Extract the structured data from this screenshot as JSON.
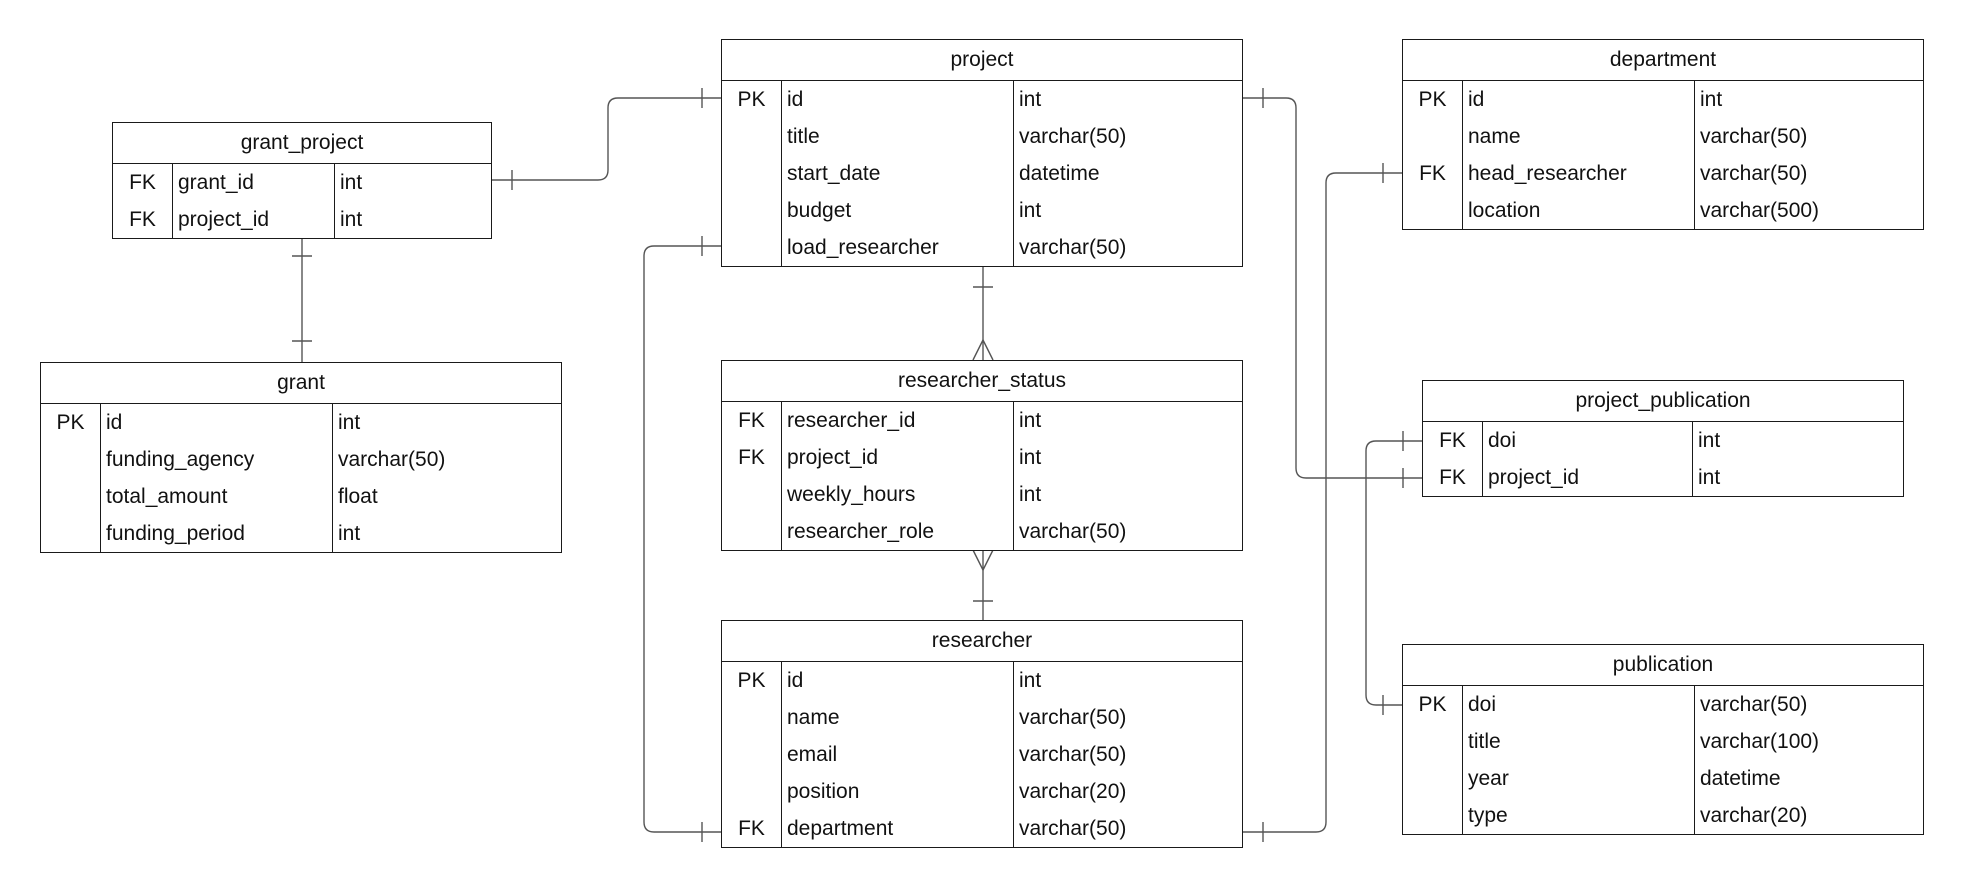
{
  "entities": {
    "grant_project": {
      "title": "grant_project",
      "rows": [
        {
          "key": "FK",
          "name": "grant_id",
          "type": "int"
        },
        {
          "key": "FK",
          "name": "project_id",
          "type": "int"
        }
      ]
    },
    "grant": {
      "title": "grant",
      "rows": [
        {
          "key": "PK",
          "name": "id",
          "type": "int"
        },
        {
          "key": "",
          "name": "funding_agency",
          "type": "varchar(50)"
        },
        {
          "key": "",
          "name": "total_amount",
          "type": "float"
        },
        {
          "key": "",
          "name": "funding_period",
          "type": "int"
        }
      ]
    },
    "project": {
      "title": "project",
      "rows": [
        {
          "key": "PK",
          "name": "id",
          "type": "int"
        },
        {
          "key": "",
          "name": "title",
          "type": "varchar(50)"
        },
        {
          "key": "",
          "name": "start_date",
          "type": "datetime"
        },
        {
          "key": "",
          "name": "budget",
          "type": "int"
        },
        {
          "key": "",
          "name": "load_researcher",
          "type": "varchar(50)"
        }
      ]
    },
    "researcher_status": {
      "title": "researcher_status",
      "rows": [
        {
          "key": "FK",
          "name": "researcher_id",
          "type": "int"
        },
        {
          "key": "FK",
          "name": "project_id",
          "type": "int"
        },
        {
          "key": "",
          "name": "weekly_hours",
          "type": "int"
        },
        {
          "key": "",
          "name": "researcher_role",
          "type": "varchar(50)"
        }
      ]
    },
    "researcher": {
      "title": "researcher",
      "rows": [
        {
          "key": "PK",
          "name": "id",
          "type": "int"
        },
        {
          "key": "",
          "name": "name",
          "type": "varchar(50)"
        },
        {
          "key": "",
          "name": "email",
          "type": "varchar(50)"
        },
        {
          "key": "",
          "name": "position",
          "type": "varchar(20)"
        },
        {
          "key": "FK",
          "name": "department",
          "type": "varchar(50)"
        }
      ]
    },
    "department": {
      "title": "department",
      "rows": [
        {
          "key": "PK",
          "name": "id",
          "type": "int"
        },
        {
          "key": "",
          "name": "name",
          "type": "varchar(50)"
        },
        {
          "key": "FK",
          "name": "head_researcher",
          "type": "varchar(50)"
        },
        {
          "key": "",
          "name": "location",
          "type": "varchar(500)"
        }
      ]
    },
    "project_publication": {
      "title": "project_publication",
      "rows": [
        {
          "key": "FK",
          "name": "doi",
          "type": "int"
        },
        {
          "key": "FK",
          "name": "project_id",
          "type": "int"
        }
      ]
    },
    "publication": {
      "title": "publication",
      "rows": [
        {
          "key": "PK",
          "name": "doi",
          "type": "varchar(50)"
        },
        {
          "key": "",
          "name": "title",
          "type": "varchar(100)"
        },
        {
          "key": "",
          "name": "year",
          "type": "datetime"
        },
        {
          "key": "",
          "name": "type",
          "type": "varchar(20)"
        }
      ]
    }
  },
  "relationships": [
    {
      "from": "grant_project",
      "to": "grant",
      "from_end": "one",
      "to_end": "one"
    },
    {
      "from": "grant_project",
      "to": "project",
      "from_end": "one",
      "to_end": "one"
    },
    {
      "from": "project",
      "to": "researcher_status",
      "from_end": "one",
      "to_end": "many"
    },
    {
      "from": "researcher_status",
      "to": "researcher",
      "from_end": "many",
      "to_end": "one"
    },
    {
      "from": "project",
      "to": "researcher",
      "from_end": "one",
      "to_end": "one"
    },
    {
      "from": "project",
      "to": "project_publication",
      "from_end": "one",
      "to_end": "one"
    },
    {
      "from": "researcher",
      "to": "department",
      "from_end": "one",
      "to_end": "one"
    },
    {
      "from": "project_publication",
      "to": "publication",
      "from_end": "one",
      "to_end": "one"
    }
  ],
  "colors": {
    "line": "#1a1a1a",
    "connector": "#555555",
    "background": "#ffffff"
  }
}
